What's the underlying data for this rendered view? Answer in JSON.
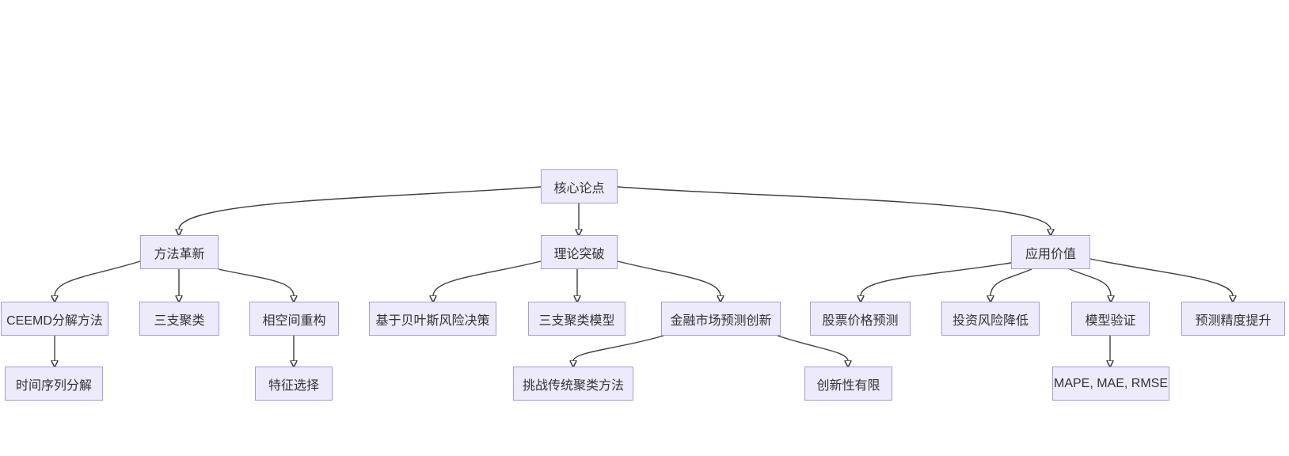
{
  "diagram": {
    "type": "flowchart",
    "direction": "top-down",
    "colors": {
      "background": "#ffffff",
      "node_fill": "#edebfb",
      "node_border": "#a89dd6",
      "edge": "#3f3f3f",
      "text": "#333333"
    },
    "nodes": {
      "root": {
        "label": "核心论点"
      },
      "method": {
        "label": "方法革新"
      },
      "theory": {
        "label": "理论突破"
      },
      "application": {
        "label": "应用价值"
      },
      "ceemd": {
        "label": "CEEMD分解方法"
      },
      "three_way": {
        "label": "三支聚类"
      },
      "phase": {
        "label": "相空间重构"
      },
      "bayes": {
        "label": "基于贝叶斯风险决策"
      },
      "tw_model": {
        "label": "三支聚类模型"
      },
      "finance": {
        "label": "金融市场预测创新"
      },
      "stock": {
        "label": "股票价格预测"
      },
      "risk": {
        "label": "投资风险降低"
      },
      "validation": {
        "label": "模型验证"
      },
      "precision": {
        "label": "预测精度提升"
      },
      "time_series": {
        "label": "时间序列分解"
      },
      "feature": {
        "label": "特征选择"
      },
      "challenge": {
        "label": "挑战传统聚类方法"
      },
      "limited": {
        "label": "创新性有限"
      },
      "metrics": {
        "label": "MAPE, MAE, RMSE"
      }
    },
    "edges": [
      {
        "from": "root",
        "to": "method"
      },
      {
        "from": "root",
        "to": "theory"
      },
      {
        "from": "root",
        "to": "application"
      },
      {
        "from": "method",
        "to": "ceemd"
      },
      {
        "from": "method",
        "to": "three_way"
      },
      {
        "from": "method",
        "to": "phase"
      },
      {
        "from": "theory",
        "to": "bayes"
      },
      {
        "from": "theory",
        "to": "tw_model"
      },
      {
        "from": "theory",
        "to": "finance"
      },
      {
        "from": "application",
        "to": "stock"
      },
      {
        "from": "application",
        "to": "risk"
      },
      {
        "from": "application",
        "to": "validation"
      },
      {
        "from": "application",
        "to": "precision"
      },
      {
        "from": "ceemd",
        "to": "time_series"
      },
      {
        "from": "phase",
        "to": "feature"
      },
      {
        "from": "finance",
        "to": "challenge"
      },
      {
        "from": "finance",
        "to": "limited"
      },
      {
        "from": "validation",
        "to": "metrics"
      }
    ]
  }
}
